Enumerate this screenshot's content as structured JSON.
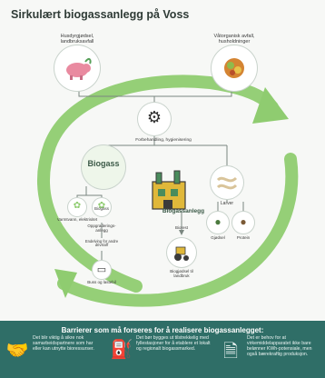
{
  "title": "Sirkulært biogassanlegg på Voss",
  "nodes": {
    "farm": {
      "label": "Husdyrgjødsel, landbruksavfall",
      "icon": "pig-icon"
    },
    "food": {
      "label": "Våtorganisk avfall, husholdninger",
      "icon": "food-waste-icon"
    },
    "process": {
      "label": "Forbehandling, hygienisering",
      "icon": "gears-icon"
    },
    "biogas": {
      "label": "Biogass"
    },
    "plant": {
      "label": "Biogassanlegg",
      "icon": "factory-icon"
    },
    "larver": {
      "label": "Larver",
      "icon": "larvae-icon"
    },
    "heat": {
      "label": "Varmtvann, elektrisitet",
      "icon": "heat-icon"
    },
    "biogas_small": {
      "label": "Biogass",
      "icon": "gas-icon"
    },
    "upgrade": {
      "label": "Oppgraderings-anlegg"
    },
    "drive": {
      "label": "Endelving for andre drivstoff"
    },
    "bus": {
      "label": "Buss og lastebil",
      "icon": "bus-icon"
    },
    "biorest": {
      "label": "Biorest",
      "icon": "tractor-icon"
    },
    "biogjodsel": {
      "label": "Biogjødsel til landbruk"
    },
    "gjodsel": {
      "label": "Gjødsel",
      "icon": "pellets-icon"
    },
    "protein": {
      "label": "Protein",
      "icon": "protein-icon"
    }
  },
  "barriers": {
    "heading": "Barrierer som må forseres for å realisere biogassanlegget:",
    "items": [
      {
        "text": "Det blir viktig å sikre nok samarbeidspartnere som har eller kan utnytte bioressurser.",
        "icon": "handshake-icon"
      },
      {
        "text": "Det bør bygges ut tilstrekkelig med fyllestasjoner for å etablere et lokalt og regionalt biogassmarked.",
        "icon": "fuel-station-icon"
      },
      {
        "text": "Det er behov for at virkemiddelapparatet ikke bare belønner KWh-potensiale, men også bærekraftig produksjon.",
        "icon": "document-money-icon"
      }
    ]
  },
  "colors": {
    "accent_green": "#9fd27f",
    "dark_teal": "#2f6e67",
    "line_gray": "#7a8680"
  }
}
